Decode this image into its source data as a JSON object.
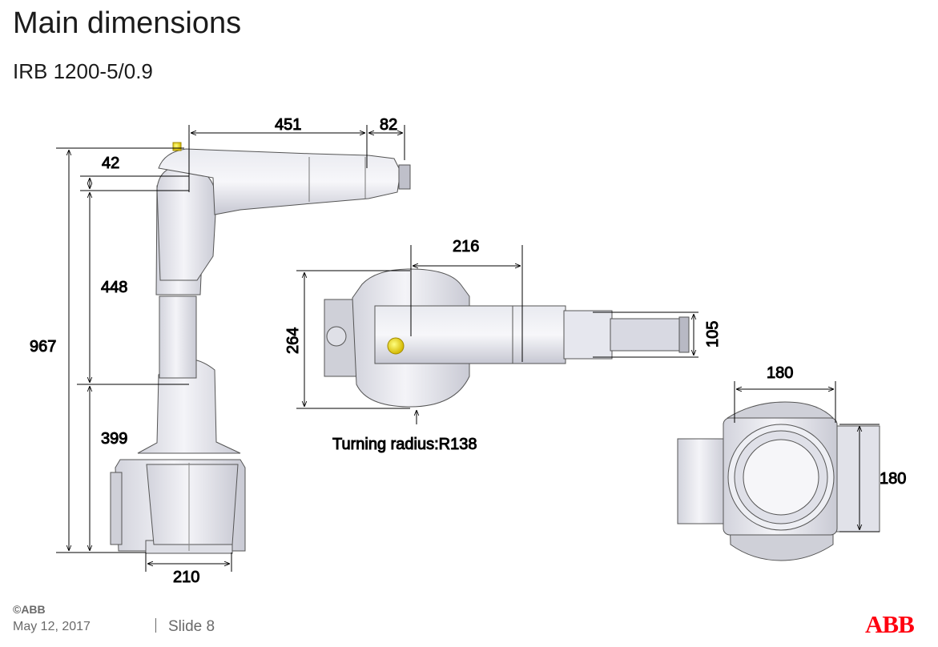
{
  "slide": {
    "title": "Main dimensions",
    "subtitle": "IRB 1200-5/0.9"
  },
  "side_view": {
    "dim_reach": "451",
    "dim_wrist": "82",
    "dim_offset": "42",
    "dim_total_height": "967",
    "dim_upper_arm": "448",
    "dim_base_height": "399",
    "dim_base_width": "210"
  },
  "top_view": {
    "dim_width": "216",
    "dim_depth": "264",
    "dim_wrist": "105",
    "turning_radius": "Turning radius:R138"
  },
  "base_view": {
    "dim_width": "180",
    "dim_depth": "180"
  },
  "footer": {
    "copyright": "©ABB",
    "date": "May 12, 2017",
    "slide": "Slide 8"
  },
  "brand": {
    "logo": "ABB",
    "logo_color": "#ff000f"
  }
}
